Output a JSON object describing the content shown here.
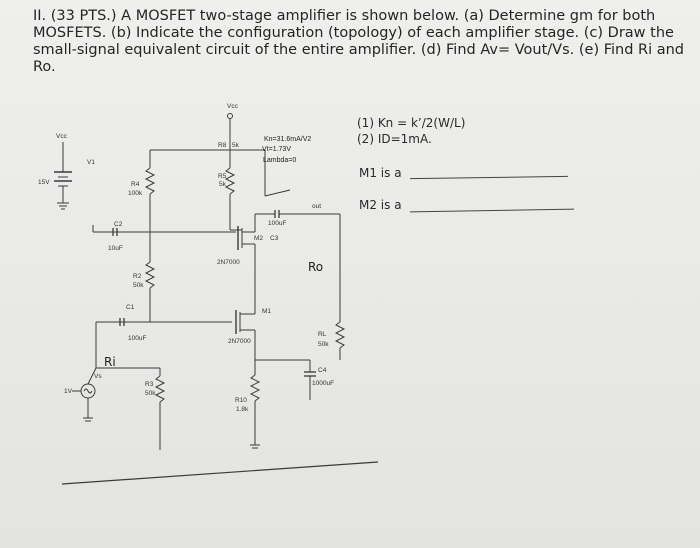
{
  "problem": {
    "line1": "II. (33 PTS.) A MOSFET two-stage amplifier is shown below. (a) Determine gm for both",
    "line2": "MOSFETS. (b) Indicate the configuration (topology) of each amplifier stage. (c) Draw the",
    "line3": "small-signal equivalent circuit of the entire amplifier. (d) Find Av= Vout/Vs. (e) Find Ri and",
    "line4": "Ro."
  },
  "notes": {
    "item1": "(1) Kn = k’/2(W/L)",
    "item2": "(2) ID=1mA.",
    "m1": "M1 is a",
    "m2": "M2 is a"
  },
  "circuit": {
    "vcc_top": "Vcc",
    "vcc_left": "Vcc",
    "v1": "V1",
    "v15": "15V",
    "r4": "R4",
    "r4_val": "100k",
    "r5": "R5",
    "r5_val": "5k",
    "r8": "R8",
    "r8_val": "5k",
    "c2": "C2",
    "c2_val": "10uF",
    "r2": "R2",
    "r2_val": "50k",
    "c1": "C1",
    "c1_val": "100uF",
    "ri": "Ri",
    "vs": "Vs",
    "v1v": "1V",
    "r3": "R3",
    "r3_val": "50k",
    "m2": "M2",
    "c3": "C3",
    "c3_val": "100uF",
    "out": "out",
    "m2_part": "2N7000",
    "ro": "Ro",
    "m1": "M1",
    "m1_part": "2N7000",
    "rl": "RL",
    "rl_val": "50k",
    "c4": "C4",
    "c4_val": "1000uF",
    "r10": "R10",
    "r10_val": "1.8k",
    "params1": "Kn=31.6mA/V2",
    "params2": "Vt=1.73V",
    "params3": "Lambda=0"
  }
}
